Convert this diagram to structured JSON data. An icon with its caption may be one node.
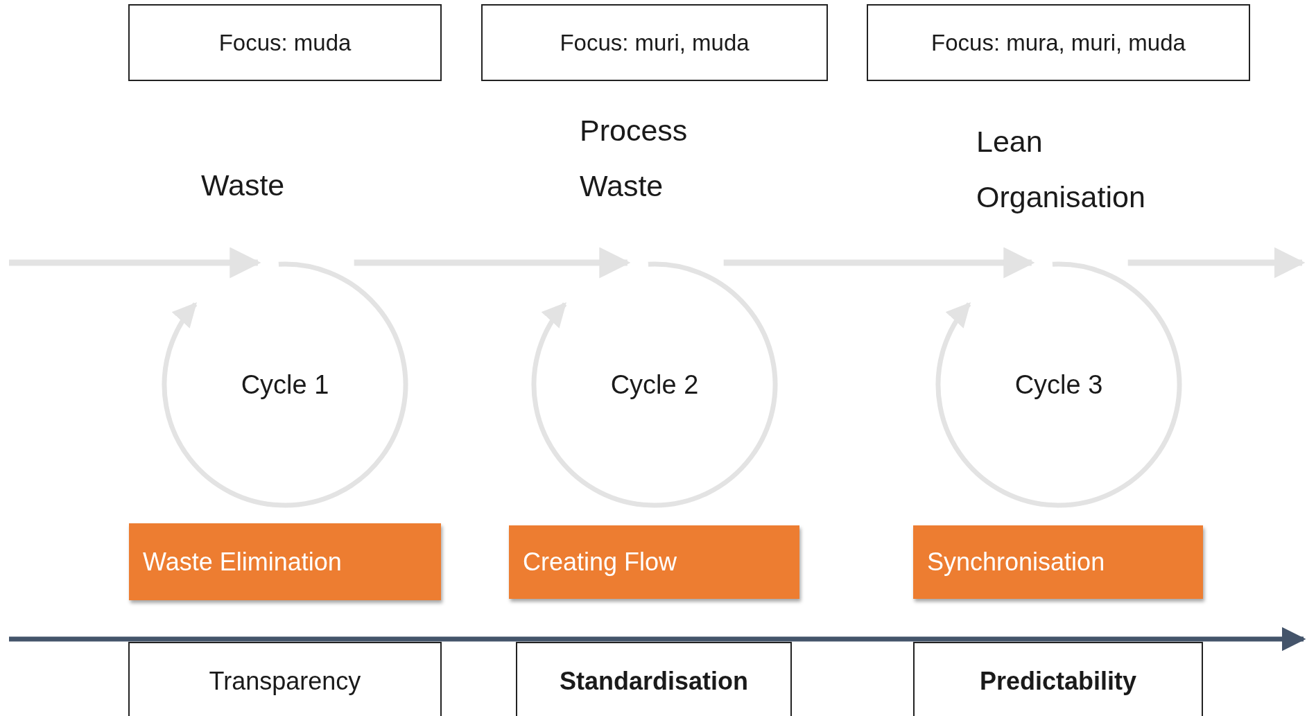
{
  "diagram": {
    "nodes": [
      {
        "text": [
          "Focus: muda"
        ]
      },
      {
        "text": [
          "Focus: muri, muda"
        ]
      },
      {
        "text": [
          "Focus: mura, muri, muda"
        ]
      },
      {
        "text": [
          "Cycle 1"
        ],
        "beside": [
          "Waste"
        ]
      },
      {
        "text": [
          "Cycle 2"
        ],
        "beside": [
          "Process",
          "Waste"
        ]
      },
      {
        "text": [
          "Cycle 3"
        ],
        "beside": [
          "Lean",
          "Organisation"
        ]
      },
      {
        "text": [
          "Waste Elimination"
        ]
      },
      {
        "text": [
          "Creating Flow"
        ]
      },
      {
        "text": [
          "Synchronisation"
        ]
      },
      {
        "text": [
          "Transparency"
        ]
      },
      {
        "text": [
          "Standardisation"
        ]
      },
      {
        "text": [
          "Predictability"
        ]
      }
    ],
    "edges": [
      {
        "from": null,
        "to": 3,
        "arrow": "to"
      },
      {
        "from": 3,
        "to": 4,
        "arrow": "to"
      },
      {
        "from": 4,
        "to": 5,
        "arrow": "to"
      },
      {
        "from": 5,
        "to": null,
        "arrow": "to"
      }
    ]
  }
}
